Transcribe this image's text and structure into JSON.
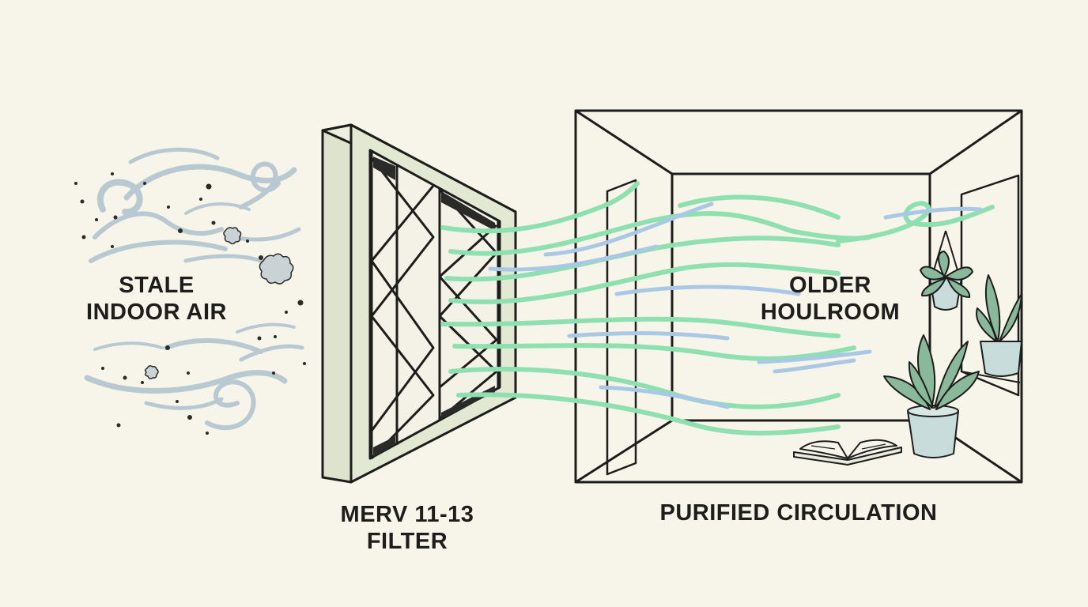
{
  "labels": {
    "stale_air": [
      "STALE",
      "INDOOR AIR"
    ],
    "filter": [
      "MERV 11-13",
      "FILTER"
    ],
    "room": [
      "OLDER",
      "HOULROOM"
    ],
    "circulation": "PURIFIED CIRCULATION"
  },
  "colors": {
    "background": "#f7f4ea",
    "ink": "#1d1d1b",
    "stale_swirl": "#b8c9d2",
    "clean_green": "#8fe0b0",
    "clean_blue": "#a9c8e6",
    "filter_frame": "#dde3cc",
    "plant_leaf": "#8ab89a",
    "pot": "#c9dcdc"
  },
  "icons": [
    "dust-particle-icon",
    "pleated-filter-icon",
    "room-icon",
    "hanging-plant-icon",
    "potted-plant-icon",
    "open-book-icon"
  ]
}
